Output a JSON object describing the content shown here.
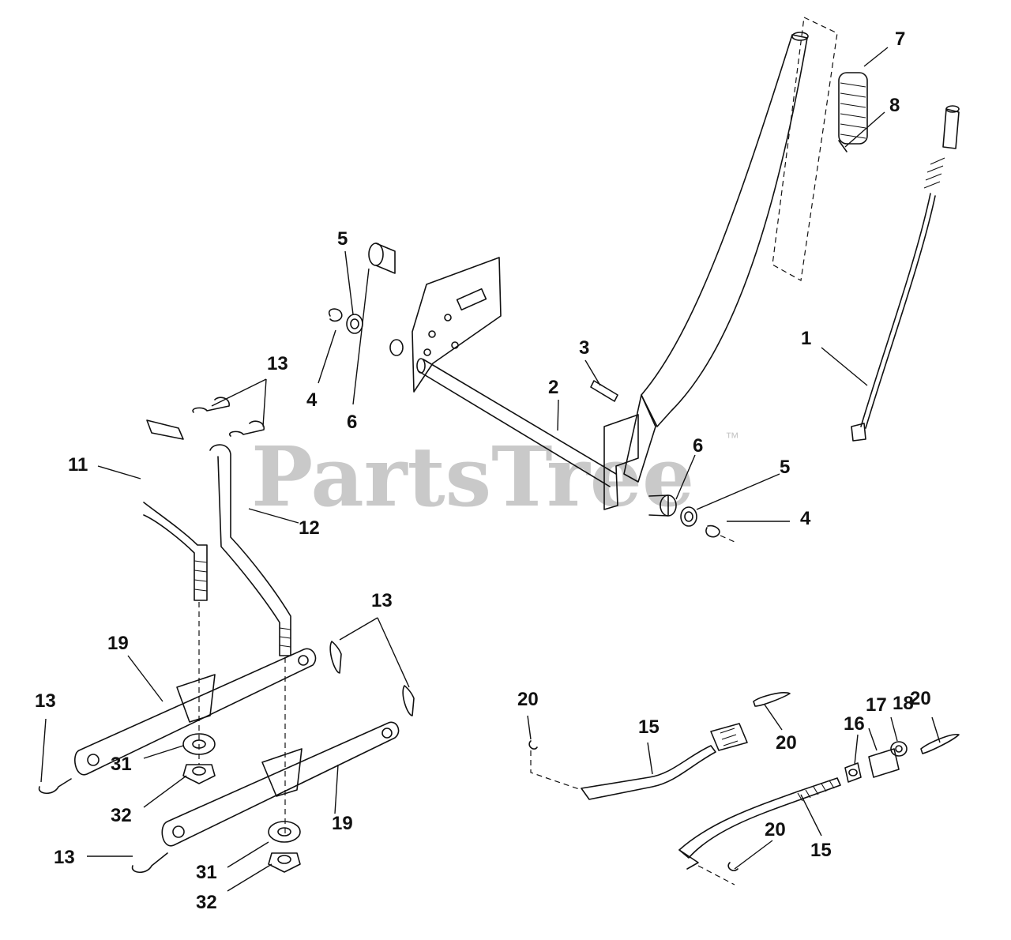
{
  "watermark": {
    "brand": "PartsTree",
    "trademark": "™"
  },
  "callouts": {
    "c1": "1",
    "c2": "2",
    "c3": "3",
    "c4a": "4",
    "c4b": "4",
    "c5a": "5",
    "c5b": "5",
    "c6a": "6",
    "c6b": "6",
    "c7": "7",
    "c8": "8",
    "c11": "11",
    "c12": "12",
    "c13a": "13",
    "c13b": "13",
    "c13c": "13",
    "c13d": "13",
    "c15a": "15",
    "c15b": "15",
    "c16": "16",
    "c17": "17",
    "c18": "18",
    "c19a": "19",
    "c19b": "19",
    "c20a": "20",
    "c20b": "20",
    "c20c": "20",
    "c20d": "20",
    "c31a": "31",
    "c31b": "31",
    "c32a": "32",
    "c32b": "32"
  }
}
